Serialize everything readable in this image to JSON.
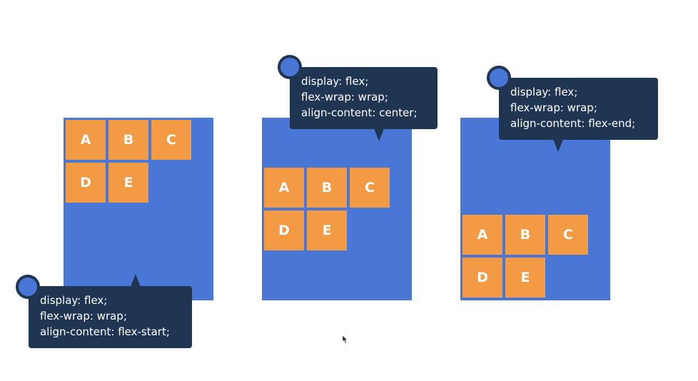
{
  "examples": [
    {
      "items": [
        "A",
        "B",
        "C",
        "D",
        "E"
      ],
      "code": [
        "display: flex;",
        "flex-wrap: wrap;",
        "align-content: flex-start;"
      ]
    },
    {
      "items": [
        "A",
        "B",
        "C",
        "D",
        "E"
      ],
      "code": [
        "display: flex;",
        "flex-wrap: wrap;",
        "align-content: center;"
      ]
    },
    {
      "items": [
        "A",
        "B",
        "C",
        "D",
        "E"
      ],
      "code": [
        "display: flex;",
        "flex-wrap: wrap;",
        "align-content: flex-end;"
      ]
    }
  ],
  "colors": {
    "panel": "#4a76d6",
    "item": "#f39a44",
    "tooltip": "#1f3551",
    "item_text": "#ffffff"
  },
  "icons": {
    "pin": "pin-marker-icon",
    "cursor": "mouse-cursor-icon"
  }
}
